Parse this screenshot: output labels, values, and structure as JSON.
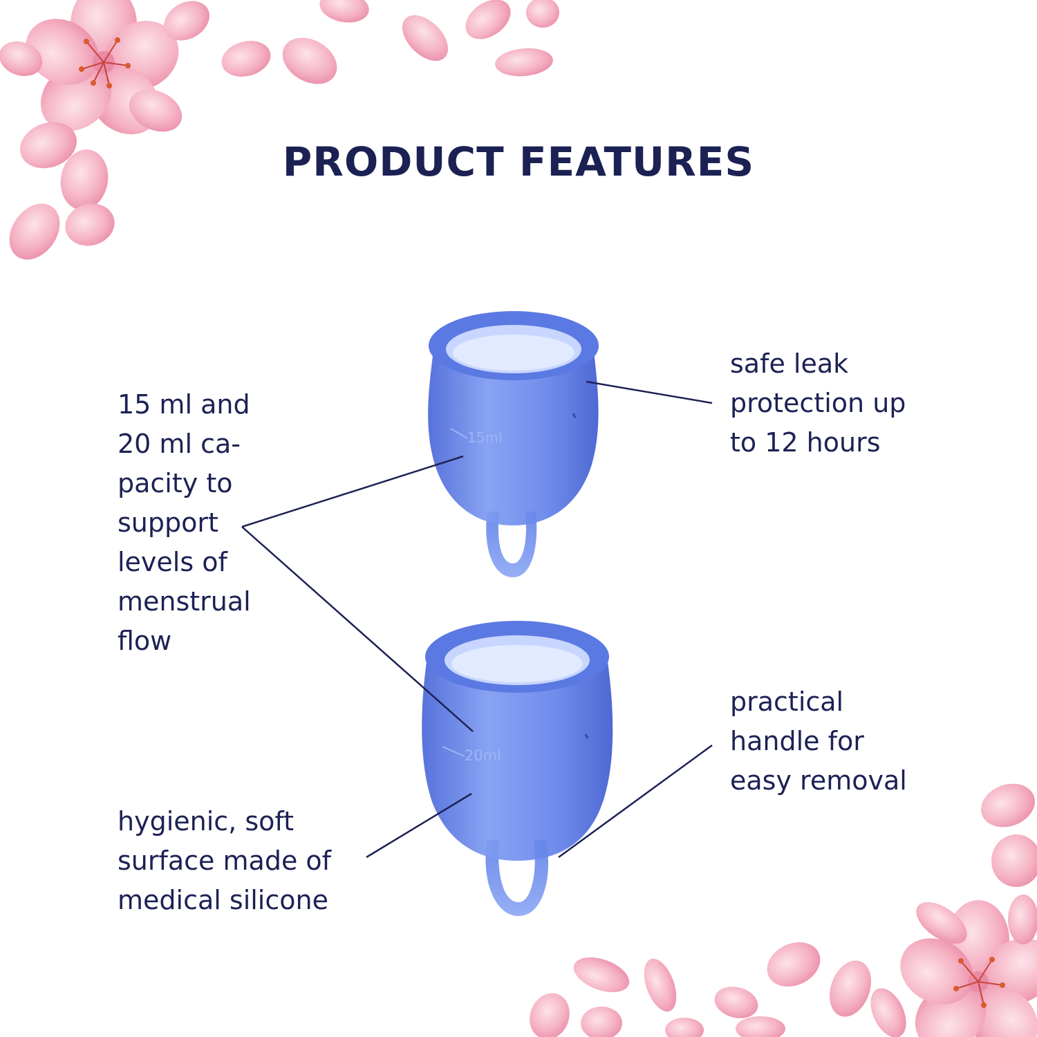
{
  "page": {
    "title": "PRODUCT FEATURES"
  },
  "colors": {
    "text": "#1c2154",
    "cup_light": "#7e9bf2",
    "cup_dark": "#3f5cd0",
    "cup_inside": "#c8d6ff",
    "petal": "#f5b3c4",
    "petal_dark": "#e98aa6",
    "stamen": "#c9433a"
  },
  "features": {
    "capacity": [
      "15 ml and",
      "20 ml ca-",
      "pacity to",
      "support",
      "levels of",
      "menstrual",
      "flow"
    ],
    "leak": [
      "safe leak",
      "protection up",
      "to 12 hours"
    ],
    "handle": [
      "practical",
      "handle for",
      "easy removal"
    ],
    "surface": [
      "hygienic, soft",
      "surface made of",
      "medical silicone"
    ]
  },
  "cups": {
    "small_mark": "15ml",
    "large_mark": "20ml"
  },
  "icons": [
    "petals-decoration",
    "menstrual-cup"
  ]
}
